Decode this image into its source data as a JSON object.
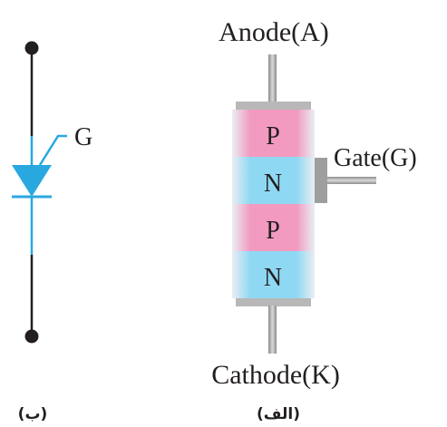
{
  "symbol": {
    "gate_label": "G",
    "caption": "(ب)"
  },
  "structure": {
    "anode_label": "Anode(A)",
    "cathode_label": "Cathode(K)",
    "gate_label": "Gate(G)",
    "layers": [
      "P",
      "N",
      "P",
      "N"
    ],
    "caption": "(الف)"
  },
  "colors": {
    "p_layer": "#f4a7c8",
    "n_layer": "#a9e0f5",
    "symbol_line": "#29a8e0",
    "lead_metal": "#b3b3b3",
    "wire": "#231f20"
  }
}
